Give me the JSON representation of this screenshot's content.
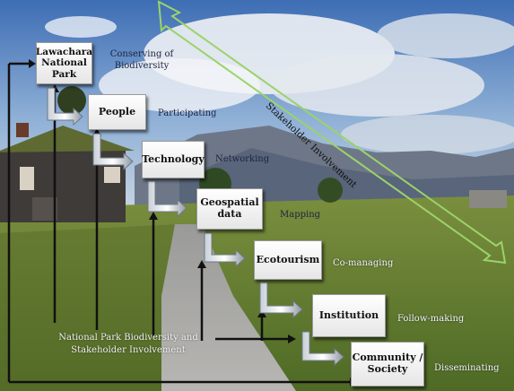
{
  "boxes": {
    "park": "Lawachara National Park",
    "people": "People",
    "technology": "Technology",
    "geospatial": "Geospatial data",
    "ecotourism": "Ecotourism",
    "institution": "Institution",
    "community": "Community / Society"
  },
  "labels": {
    "conserving": "Conserving of Biodiversity",
    "participating": "Participating",
    "networking": "Networking",
    "mapping": "Mapping",
    "co_managing": "Co-managing",
    "follow_making": "Follow-making",
    "disseminating": "Disseminating",
    "stakeholder_involvement": "Stakeholder Involvement",
    "bottom_note_line1": "National Park Biodiversity and",
    "bottom_note_line2": "Stakeholder Involvement"
  },
  "colors": {
    "sky_top": "#3f6fb5",
    "grass": "#5f7a2e",
    "arrow_green": "#9bd36a",
    "connector": "#111111"
  }
}
